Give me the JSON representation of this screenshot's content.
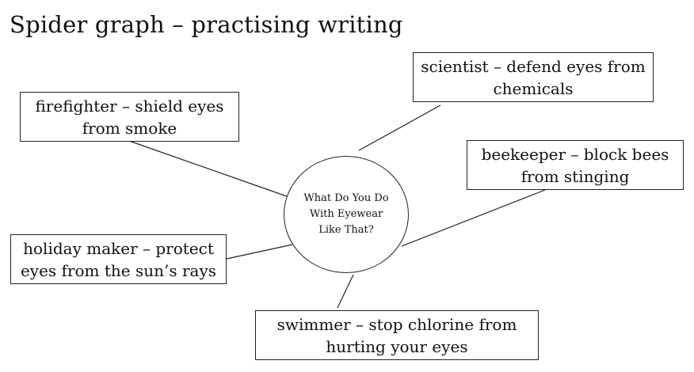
{
  "title": "Spider graph – practising writing",
  "hub": {
    "text": "What Do You Do With Eyewear Like That?"
  },
  "boxes": {
    "scientist": "scientist – defend eyes from chemicals",
    "firefighter": "firefighter – shield eyes from smoke",
    "beekeeper": "beekeeper – block bees from stinging",
    "holiday_maker": "holiday maker – protect eyes from the sun’s rays",
    "swimmer": "swimmer – stop chlorine from hurting your eyes"
  }
}
